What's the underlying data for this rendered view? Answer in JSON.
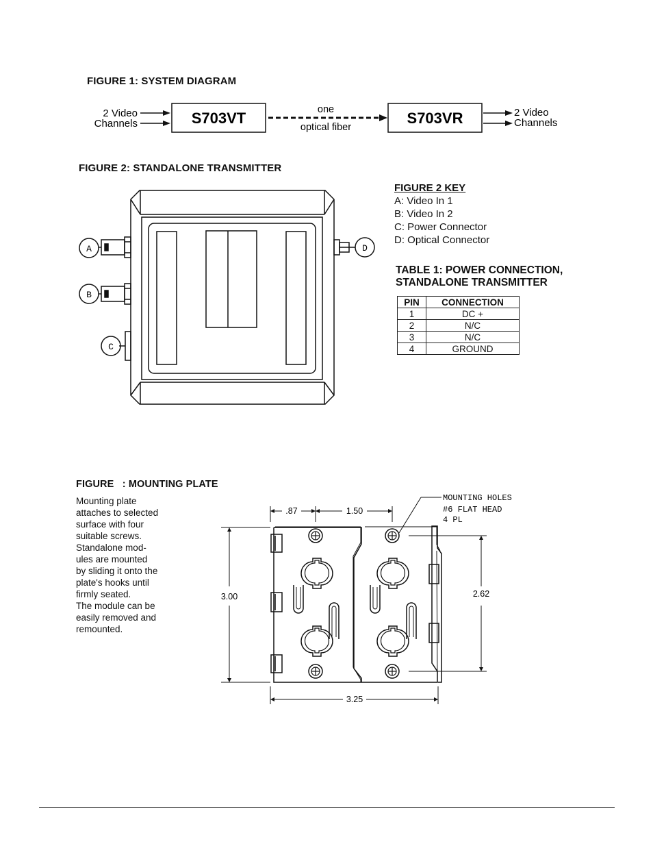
{
  "figure1": {
    "title": "FIGURE 1: SYSTEM DIAGRAM",
    "input_label_line1": "2 Video",
    "input_label_line2": "Channels",
    "transmitter": "S703VT",
    "link_label_top": "one",
    "link_label_bottom": "optical fiber",
    "receiver": "S703VR",
    "output_label_line1": "2 Video",
    "output_label_line2": "Channels"
  },
  "figure2": {
    "title": "FIGURE 2: STANDALONE TRANSMITTER",
    "callouts": {
      "a": "A",
      "b": "B",
      "c": "C",
      "d": "D"
    },
    "key_title": "FIGURE 2 KEY",
    "key_items": [
      "A: Video In 1",
      "B: Video In 2",
      "C: Power Connector",
      "D: Optical Connector"
    ]
  },
  "table1": {
    "title_line1": "TABLE 1: POWER CONNECTION,",
    "title_line2": "STANDALONE TRANSMITTER",
    "headers": [
      "PIN",
      "CONNECTION"
    ],
    "rows": [
      [
        "1",
        "DC +"
      ],
      [
        "2",
        "N/C"
      ],
      [
        "3",
        "N/C"
      ],
      [
        "4",
        "GROUND"
      ]
    ]
  },
  "figure3": {
    "title": "FIGURE   : MOUNTING PLATE",
    "description": [
      "Mounting plate",
      "attaches to selected",
      "surface with four",
      "suitable screws.",
      "Standalone mod-",
      "ules are mounted",
      "by sliding it onto the",
      "plate's hooks until",
      "firmly seated.",
      "The module can be",
      "easily removed and",
      "remounted."
    ],
    "callout_line1": "MOUNTING  HOLES",
    "callout_line2": "#6  FLAT HEAD",
    "callout_line3": "4  PL",
    "dim_left_offset": ".87",
    "dim_hole_spacing": "1.50",
    "dim_height": "3.00",
    "dim_hole_vertical": "2.62",
    "dim_width": "3.25"
  }
}
